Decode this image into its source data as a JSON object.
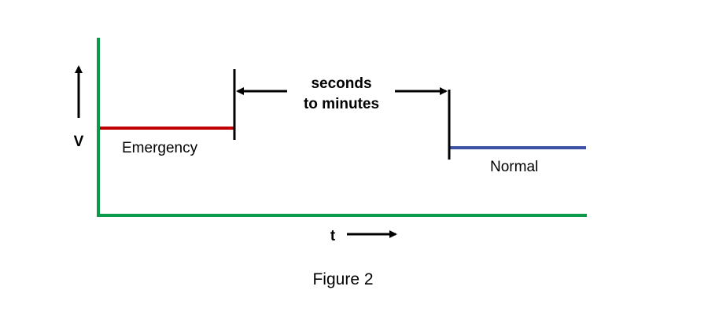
{
  "diagram": {
    "annotation_line1": "seconds",
    "annotation_line2": "to minutes",
    "y_axis_label": "V",
    "x_axis_label": "t",
    "emergency_label": "Emergency",
    "normal_label": "Normal",
    "caption": "Figure 2"
  },
  "colors": {
    "axes": "#0a9a4a",
    "emergency_level": "#c00000",
    "normal_level": "#3d52a6",
    "marker": "#000000"
  }
}
